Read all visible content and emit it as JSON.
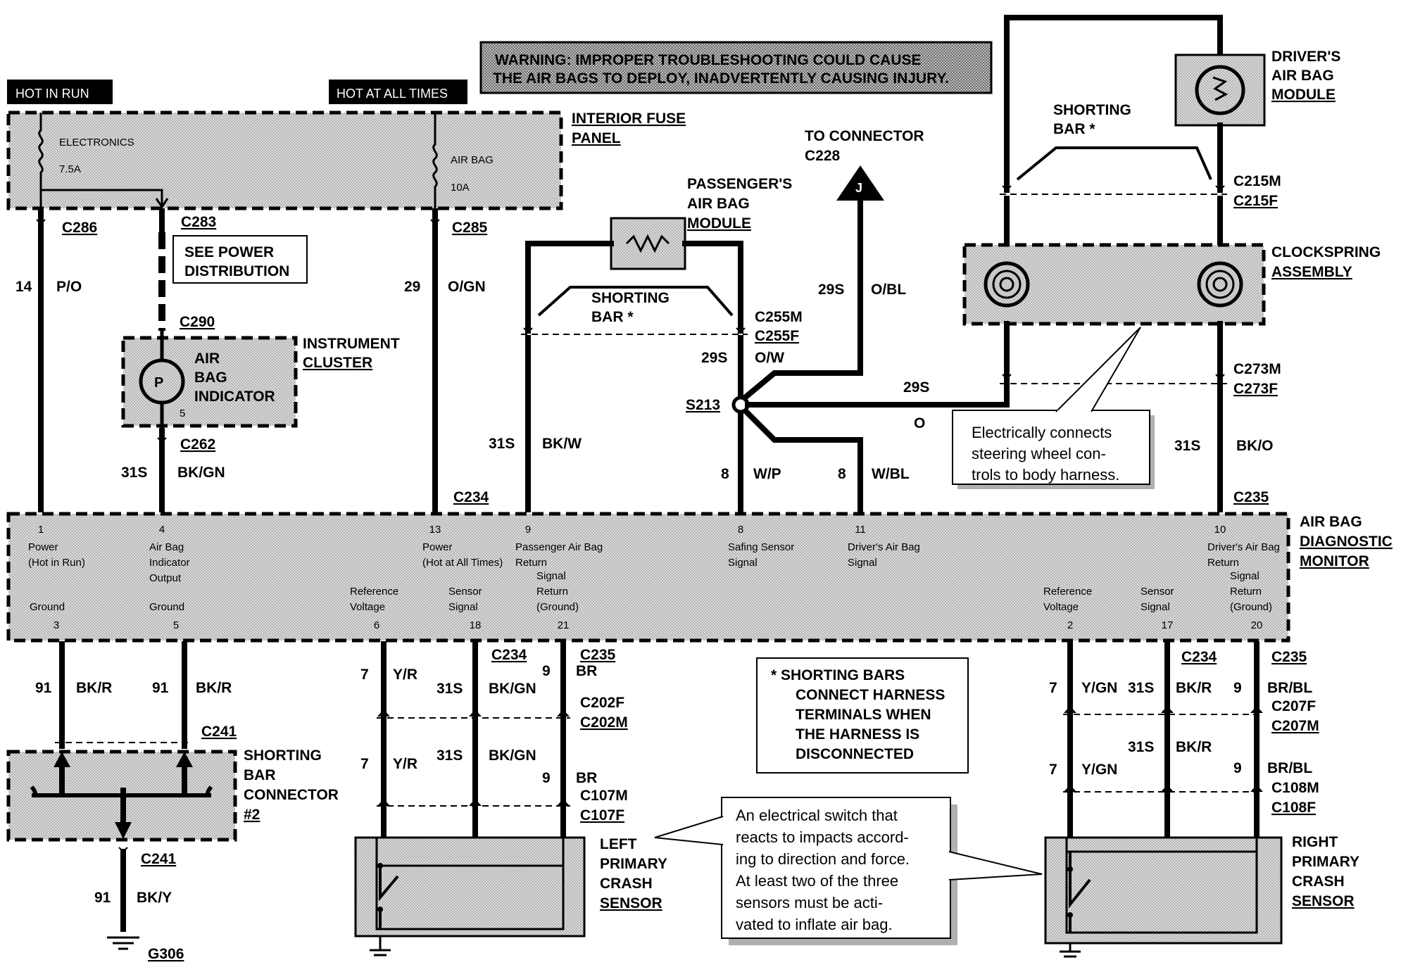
{
  "power": {
    "hot_in_run": "HOT IN RUN",
    "hot_at_all_times": "HOT AT ALL TIMES"
  },
  "warning": {
    "line1": "WARNING:      IMPROPER TROUBLESHOOTING COULD CAUSE",
    "line2": "THE AIR BAGS TO DEPLOY, INADVERTENTLY CAUSING INJURY."
  },
  "fuse_panel": {
    "title_line1": "INTERIOR FUSE",
    "title_line2": "PANEL",
    "fuse1_name": "ELECTRONICS",
    "fuse1_rating": "7.5A",
    "fuse2_name": "AIR BAG",
    "fuse2_rating": "10A"
  },
  "connectors": {
    "c286": "C286",
    "c283": "C283",
    "c285": "C285",
    "c290": "C290",
    "c262": "C262",
    "c234_top": "C234",
    "c234_left": "C234",
    "c234_right": "C234",
    "c235_top": "C235",
    "c235_left": "C235",
    "c235_right": "C235",
    "c255m": "C255M",
    "c255f": "C255F",
    "c215m": "C215M",
    "c215f": "C215F",
    "c273m": "C273M",
    "c273f": "C273F",
    "c241_upper": "C241",
    "c241_lower": "C241",
    "c202f": "C202F",
    "c202m": "C202M",
    "c107m": "C107M",
    "c107f": "C107F",
    "c207f": "C207F",
    "c207m": "C207M",
    "c108m": "C108M",
    "c108f": "C108F",
    "c228": "C228",
    "s213": "S213",
    "g306": "G306",
    "connector_j": "J"
  },
  "see_power": {
    "line1": "SEE POWER",
    "line2": "DISTRIBUTION"
  },
  "instrument_cluster": {
    "title_line1": "INSTRUMENT",
    "title_line2": "CLUSTER",
    "indicator_line1": "AIR",
    "indicator_line2": "BAG",
    "indicator_line3": "INDICATOR",
    "pin5": "5"
  },
  "to_connector": {
    "line1": "TO CONNECTOR",
    "line2": "C228"
  },
  "passenger_module": {
    "line1": "PASSENGER'S",
    "line2": "AIR BAG",
    "line3": "MODULE"
  },
  "driver_module": {
    "line1": "DRIVER'S",
    "line2": "AIR BAG",
    "line3": "MODULE"
  },
  "shorting_bar": {
    "line1": "SHORTING",
    "line2": "BAR *"
  },
  "clockspring": {
    "line1": "CLOCKSPRING",
    "line2": "ASSEMBLY"
  },
  "clockspring_callout": {
    "line1": "Electrically connects",
    "line2": "steering wheel con-",
    "line3": "trols to body harness."
  },
  "wires": {
    "w14": {
      "circuit": "14",
      "color": "P/O"
    },
    "w29": {
      "circuit": "29",
      "color": "O/GN"
    },
    "w31s_gn": {
      "circuit": "31S",
      "color": "BK/GN"
    },
    "w31s_bkw": {
      "circuit": "31S",
      "color": "BK/W"
    },
    "w29s_ow": {
      "circuit": "29S",
      "color": "O/W"
    },
    "w29s_obl": {
      "circuit": "29S",
      "color": "O/BL"
    },
    "w29s_o": {
      "circuit": "29S",
      "color": "O"
    },
    "w8_wp": {
      "circuit": "8",
      "color": "W/P"
    },
    "w8_wbl": {
      "circuit": "8",
      "color": "W/BL"
    },
    "w31s_bko": {
      "circuit": "31S",
      "color": "BK/O"
    },
    "w91_a": {
      "circuit": "91",
      "color": "BK/R"
    },
    "w91_b": {
      "circuit": "91",
      "color": "BK/R"
    },
    "w91_y": {
      "circuit": "91",
      "color": "BK/Y"
    },
    "w7_yr_1": {
      "circuit": "7",
      "color": "Y/R"
    },
    "w7_yr_2": {
      "circuit": "7",
      "color": "Y/R"
    },
    "w31s_bkgn_1": {
      "circuit": "31S",
      "color": "BK/GN"
    },
    "w31s_bkgn_2": {
      "circuit": "31S",
      "color": "BK/GN"
    },
    "w9_br_1": {
      "circuit": "9",
      "color": "BR"
    },
    "w9_br_2": {
      "circuit": "9",
      "color": "BR"
    },
    "w7_ygn_1": {
      "circuit": "7",
      "color": "Y/GN"
    },
    "w7_ygn_2": {
      "circuit": "7",
      "color": "Y/GN"
    },
    "w31s_bkr_1": {
      "circuit": "31S",
      "color": "BK/R"
    },
    "w31s_bkr_2": {
      "circuit": "31S",
      "color": "BK/R"
    },
    "w9_brbl_1": {
      "circuit": "9",
      "color": "BR/BL"
    },
    "w9_brbl_2": {
      "circuit": "9",
      "color": "BR/BL"
    }
  },
  "monitor": {
    "title_line1": "AIR BAG",
    "title_line2": "DIAGNOSTIC",
    "title_line3": "MONITOR",
    "pins_top": [
      {
        "num": "1",
        "line1": "Power",
        "line2": "(Hot in Run)",
        "line3": ""
      },
      {
        "num": "4",
        "line1": "Air Bag",
        "line2": "Indicator",
        "line3": "Output"
      },
      {
        "num": "13",
        "line1": "Power",
        "line2": "(Hot at All Times)",
        "line3": ""
      },
      {
        "num": "9",
        "line1": "Passenger Air Bag",
        "line2": "Return",
        "line3": ""
      },
      {
        "num": "8",
        "line1": "Safing Sensor",
        "line2": "Signal",
        "line3": ""
      },
      {
        "num": "11",
        "line1": "Driver's Air Bag",
        "line2": "Signal",
        "line3": ""
      },
      {
        "num": "10",
        "line1": "Driver's Air Bag",
        "line2": "Return",
        "line3": ""
      }
    ],
    "pins_bottom": [
      {
        "num": "3",
        "line1": "",
        "line2": "",
        "line3": "Ground"
      },
      {
        "num": "5",
        "line1": "",
        "line2": "",
        "line3": "Ground"
      },
      {
        "num": "6",
        "line1": "",
        "line2": "Reference",
        "line3": "Voltage"
      },
      {
        "num": "18",
        "line1": "",
        "line2": "Sensor",
        "line3": "Signal"
      },
      {
        "num": "21",
        "line1": "Signal",
        "line2": "Return",
        "line3": "(Ground)"
      },
      {
        "num": "2",
        "line1": "",
        "line2": "Reference",
        "line3": "Voltage"
      },
      {
        "num": "17",
        "line1": "",
        "line2": "Sensor",
        "line3": "Signal"
      },
      {
        "num": "20",
        "line1": "Signal",
        "line2": "Return",
        "line3": "(Ground)"
      }
    ]
  },
  "shorting_note": {
    "line1": "*  SHORTING BARS",
    "line2": "CONNECT HARNESS",
    "line3": "TERMINALS WHEN",
    "line4": "THE HARNESS IS",
    "line5": "DISCONNECTED"
  },
  "shorting_connector": {
    "line1": "SHORTING",
    "line2": "BAR",
    "line3": "CONNECTOR",
    "line4": "#2"
  },
  "left_sensor": {
    "line1": "LEFT",
    "line2": "PRIMARY",
    "line3": "CRASH",
    "line4": "SENSOR"
  },
  "right_sensor": {
    "line1": "RIGHT",
    "line2": "PRIMARY",
    "line3": "CRASH",
    "line4": "SENSOR"
  },
  "sensor_callout": {
    "line1": "An electrical switch that",
    "line2": "reacts to impacts accord-",
    "line3": "ing to direction and force.",
    "line4": "At least two of the three",
    "line5": "sensors must be acti-",
    "line6": "vated to inflate air bag."
  }
}
